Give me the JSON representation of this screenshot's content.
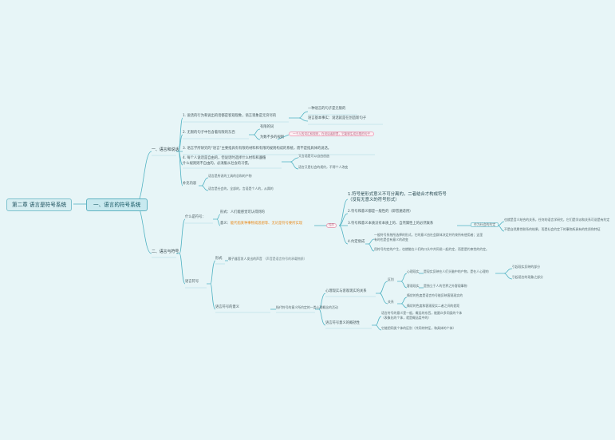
{
  "root": "第二章 语言是符号系统",
  "level1": "一、语言的符号系统",
  "sections": {
    "a": "一、语言和说话",
    "b": "二、语言与符号"
  },
  "a": {
    "p1": "1. 说话的行为和说出的话都是客观现象，语言现象是无穷尽的",
    "p1_c1": "一种语言的句子是无限的",
    "p1_c2": "语言基本事实：说话就是在创造新句子",
    "p2": "2. 无限的句子中包含着有限的东西",
    "p2_c1": "有限的词",
    "p2_c2": "为数不多的规则",
    "p2_note": "一个人的词汇和规则，在说话者那里，它能够生成无限的句子",
    "p3": "3. 语言学所研究的“语言”主要指具有有限的材料和有限的规则构成的系统，而不是指具体的说话。",
    "p4a": "4. 每个人说话是自由的，但说话时选择什么材料和遵循",
    "p4b": "什么规则则不自由的，必须服从社会的习惯。",
    "p4_c1": "又言语是可以自由创造",
    "p4_c2": "语言又是社会的规约，不得个人改变",
    "p5": "补充内容",
    "p5_c1": "语言是所说的工具的总和的产物",
    "p5_c2": "语言是社会的，全部的，言语是个人的，从属的"
  },
  "b": {
    "q1": "什么是符号：",
    "q1_form": "形式：人们能感觉可认得到的",
    "q1_meaning_pre": "意义：",
    "q1_meaning": "能代指某种事物或思想等、无论是符号要所实现",
    "tag": "性质",
    "r1a": "1.符号是形式意义不可分离的，二者结合才构成符号",
    "r1b": "（没有无意义的符号形式）",
    "r2": "2.符号和意义都是一般性的（即普遍适用）",
    "r3": "3.符号和意义本质没有本质上的、自然属性上的必然联系",
    "r3_box": "作为社会的约定",
    "r3_c1": "也就是音义结合的关系，任何的语言学研究，它们是学派和关系可说是有约定",
    "r3_c2": "不是自然属性联系的结果，而是社会约定下的事物所具有的性质和特征",
    "r4": "4.约定俗成",
    "r4_c1": "一般符号系统所选择的形式，它的意义由社会群体决定并约束所有使用者；这里",
    "r4_c2": "有时也是会有意义的改变",
    "r4_c3": "用符号约定的产生，也就能在人们的口头中共同说一起约定，而是是约束性的约定。",
    "lang": "语言符号",
    "form": "形式",
    "form_c": "嗓子器官发人发出的声音",
    "form_note": "（声音是语言符号的承载物质）",
    "meaning": "语言符号的意义",
    "meaning_c": "指代符号的意义所约定的一类心理概念的活动",
    "rel": "心理现实与客观现实的关系",
    "pos": "区别",
    "neg": "关系",
    "hx1": "心理现实",
    "hx1_c": "是现实反映在人们头脑中的产物，是在人心理的",
    "hx1_c1": "引起现实反映的部分",
    "hx1_c2": "引起语言的现象之部分",
    "hx2": "客观现实",
    "hx2_c": "是独立于人的世界之外客观事物",
    "g1": "情状的色度是语言符号能反映客观现实的",
    "g2": "情状的色度和客观现实二者之间的差距",
    "gen": "语言符号意义的概括性",
    "gen_c1a": "语言符号的意义是一般，概括的东西，能跟众多同类的个体",
    "gen_c1b": "（表象化的个体，就是概括类中的）",
    "gen_c2": "它能把同类个体的区别（共同的特征，和具体的个体）"
  }
}
